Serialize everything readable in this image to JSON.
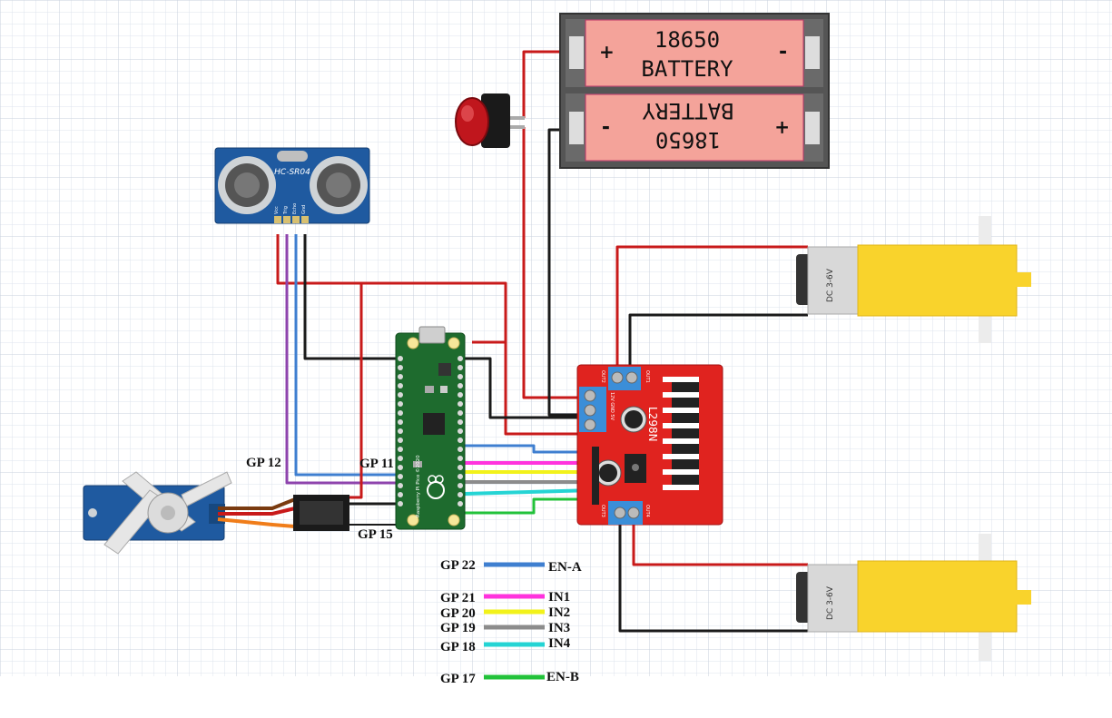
{
  "battery": {
    "top_line1": "18650",
    "top_line2": "BATTERY",
    "bottom_line1": "18650",
    "bottom_line2": "BATTERY",
    "plus": "+",
    "minus": "-"
  },
  "sensor": {
    "model": "HC-SR04",
    "pins": [
      "Vcc",
      "Trig",
      "Echo",
      "Gnd"
    ]
  },
  "driver": {
    "model": "L298N",
    "out1": "OUT1",
    "out2": "OUT2",
    "out3": "OUT3",
    "out4": "OUT4",
    "pwr": "12V GND 5V"
  },
  "motors": {
    "label": "DC 3-6V"
  },
  "pico": {
    "silk": "Raspberry Pi Pico ©2020"
  },
  "annotations": {
    "gp12": "GP 12",
    "gp11": "GP 11",
    "gp15": "GP 15"
  },
  "legend": [
    {
      "gp": "GP 22",
      "pin": "EN-A",
      "color": "#3f7fd0"
    },
    {
      "gp": "GP 21",
      "pin": "IN1",
      "color": "#ff33dd"
    },
    {
      "gp": "GP 20",
      "pin": "IN2",
      "color": "#f2f21a"
    },
    {
      "gp": "GP 19",
      "pin": "IN3",
      "color": "#8c8c8c"
    },
    {
      "gp": "GP 18",
      "pin": "IN4",
      "color": "#25d4d4"
    },
    {
      "gp": "GP 17",
      "pin": "EN-B",
      "color": "#22c23a"
    }
  ],
  "colors": {
    "wire_red": "#c81a1a",
    "wire_black": "#1a1a1a",
    "wire_blue": "#3f7fd0",
    "wire_purple": "#8e44ad",
    "battery_fill": "#f4a39a",
    "driver_red": "#e0231f",
    "pico_green": "#1e6b2e",
    "motor_yellow": "#f9d32c",
    "servo_blue": "#1f5aa0"
  }
}
